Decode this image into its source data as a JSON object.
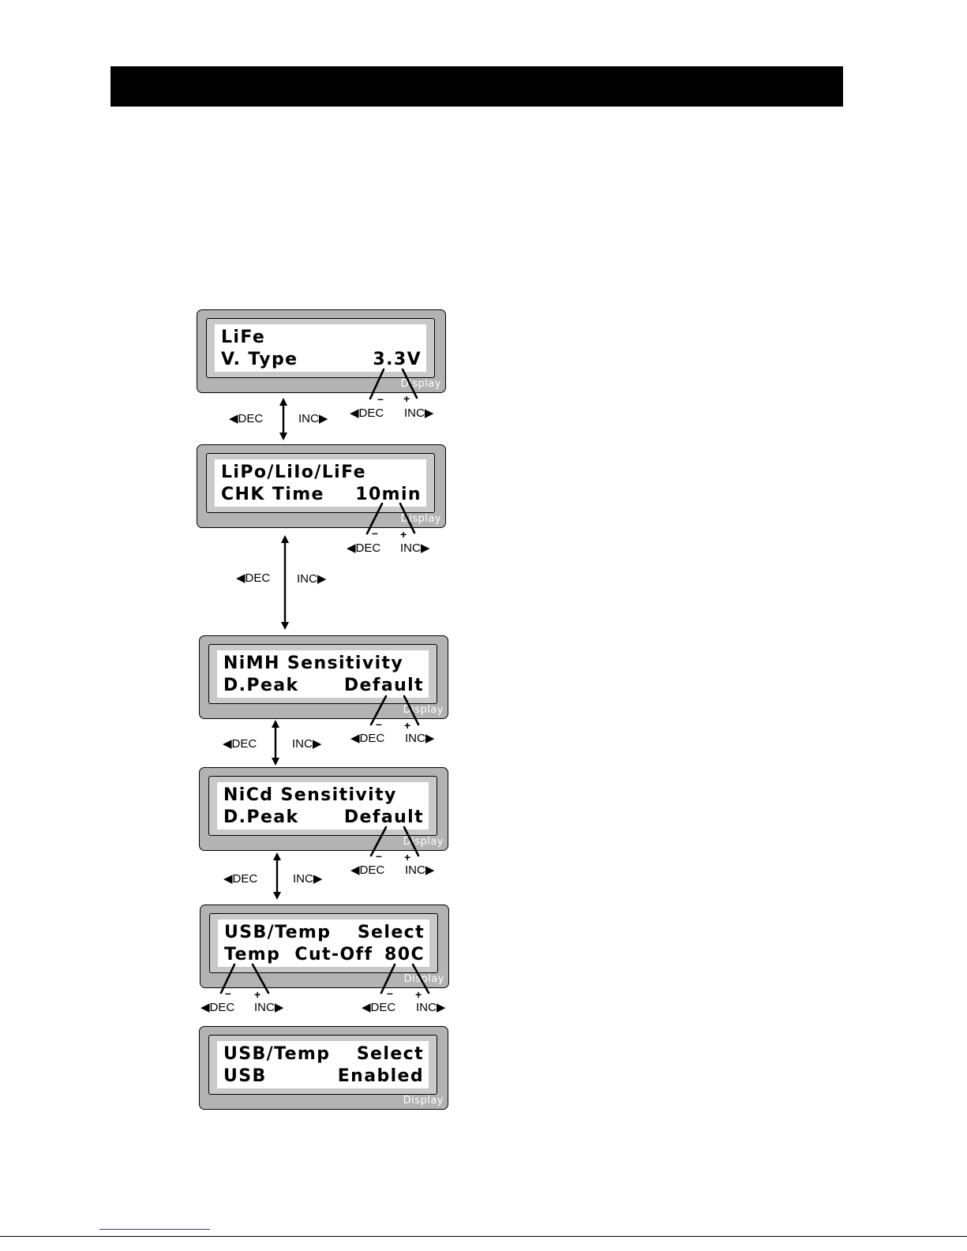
{
  "lcd_panels": [
    {
      "line1_left": "LiFe",
      "line1_right": "",
      "line2_left": "V. Type",
      "line2_right": "3.3V",
      "badge": "Display"
    },
    {
      "line1_left": "LiPo/LiIo/LiFe",
      "line1_right": "",
      "line2_left": "CHK Time",
      "line2_right": "10min",
      "badge": "Display"
    },
    {
      "line1_left": "NiMH Sensitivity",
      "line1_right": "",
      "line2_left": "D.Peak",
      "line2_right": "Default",
      "badge": "Display"
    },
    {
      "line1_left": "NiCd Sensitivity",
      "line1_right": "",
      "line2_left": "D.Peak",
      "line2_right": "Default",
      "badge": "Display"
    },
    {
      "line1_left": "USB/Temp",
      "line1_right": "Select",
      "line2_left": "Temp  Cut-Off",
      "line2_right": "80C",
      "badge": "Display"
    },
    {
      "line1_left": "USB/Temp",
      "line1_right": "Select",
      "line2_left": "USB",
      "line2_right": "Enabled",
      "badge": "Display"
    }
  ],
  "controls": {
    "dec": "◀DEC",
    "inc": "INC▶",
    "minus": "–",
    "plus": "+"
  }
}
